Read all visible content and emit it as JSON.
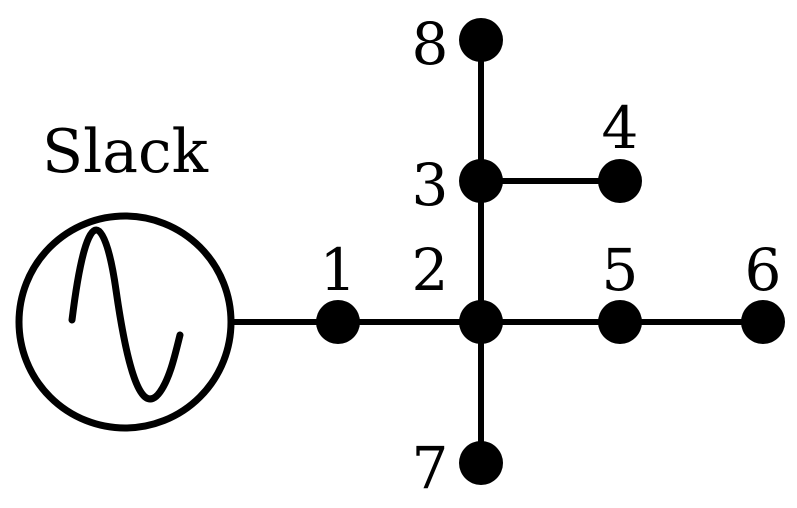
{
  "slack": {
    "label": "Slack",
    "icon": "ac-source-icon"
  },
  "buses": [
    {
      "id": "1",
      "label": "1"
    },
    {
      "id": "2",
      "label": "2"
    },
    {
      "id": "3",
      "label": "3"
    },
    {
      "id": "4",
      "label": "4"
    },
    {
      "id": "5",
      "label": "5"
    },
    {
      "id": "6",
      "label": "6"
    },
    {
      "id": "7",
      "label": "7"
    },
    {
      "id": "8",
      "label": "8"
    }
  ],
  "connections": [
    [
      "slack",
      "1"
    ],
    [
      "1",
      "2"
    ],
    [
      "2",
      "5"
    ],
    [
      "5",
      "6"
    ],
    [
      "2",
      "3"
    ],
    [
      "3",
      "8"
    ],
    [
      "3",
      "4"
    ],
    [
      "2",
      "7"
    ]
  ],
  "colors": {
    "line": "#000000",
    "node": "#000000",
    "background": "#ffffff"
  }
}
